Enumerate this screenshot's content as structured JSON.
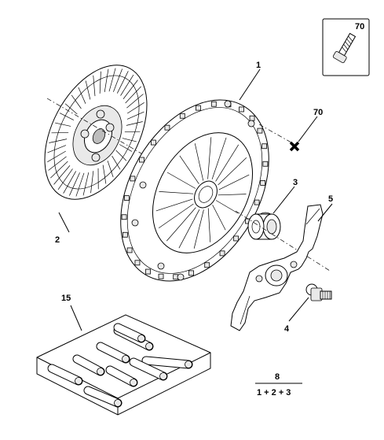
{
  "callouts": {
    "p1": "1",
    "p2": "2",
    "p3": "3",
    "p4": "4",
    "p5": "5",
    "p15": "15",
    "p70_inset": "70",
    "p70_main": "70",
    "p8": "8"
  },
  "kit_formula": "1 + 2 + 3",
  "icons": [
    "clutch-disc-icon",
    "pressure-plate-icon",
    "release-bearing-icon",
    "release-fork-icon",
    "pivot-stud-icon",
    "screw-icon",
    "dowel-pin-kit-icon"
  ]
}
